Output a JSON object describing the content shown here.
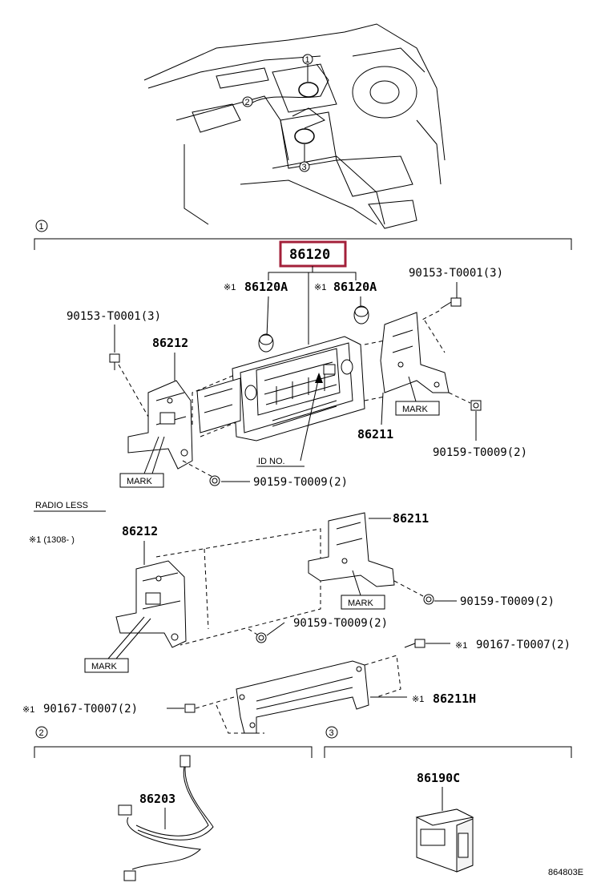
{
  "sections": [
    {
      "id": "1",
      "label": "1"
    },
    {
      "id": "2",
      "label": "2"
    },
    {
      "id": "3",
      "label": "3"
    }
  ],
  "callouts": {
    "overview_1": "1",
    "overview_2": "2",
    "overview_3": "3"
  },
  "section1": {
    "main_part": "86120",
    "face_left": "86120A",
    "face_right": "86120A",
    "star_left": "※1",
    "star_right": "※1",
    "bracket_left": "86212",
    "bracket_right": "86211",
    "screw_top_left": "90153-T0001(3)",
    "screw_top_right": "90153-T0001(3)",
    "screw_bottom_left": "90159-T0009(2)",
    "screw_bottom_right": "90159-T0009(2)",
    "mark_left": "MARK",
    "mark_right": "MARK",
    "id_no": "ID NO."
  },
  "radio_less": {
    "title": "RADIO LESS",
    "note": "※1 (1308-      )",
    "bracket_left": "86212",
    "bracket_right": "86211",
    "screw_right": "90159-T0009(2)",
    "screw_center": "90159-T0009(2)",
    "mark_left": "MARK",
    "mark_right": "MARK",
    "star_1": "※1",
    "screw_7_right": "90167-T0007(2)",
    "star_2": "※1",
    "bar": "86211H",
    "star_3": "※1",
    "screw_7_left": "90167-T0007(2)"
  },
  "section2": {
    "part": "86203"
  },
  "section3": {
    "part": "86190C"
  },
  "figure_id": "864803E",
  "colors": {
    "highlight": "#a3203a",
    "line": "#000000",
    "background": "#ffffff"
  }
}
